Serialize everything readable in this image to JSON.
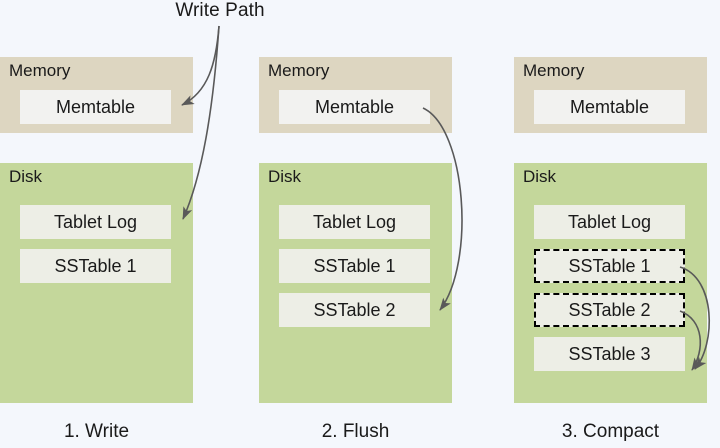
{
  "diagram": {
    "title": "Write Path",
    "background_color": "#f4f7fc",
    "memory_color": "#ddd6c1",
    "disk_color": "#c4d79b",
    "box_color": "#edeee6",
    "arrow_color": "#595959"
  },
  "columns": [
    {
      "step_label": "1. Write",
      "memory": {
        "label": "Memory",
        "boxes": [
          {
            "label": "Memtable",
            "style": "solid"
          }
        ]
      },
      "disk": {
        "label": "Disk",
        "boxes": [
          {
            "label": "Tablet Log",
            "style": "solid"
          },
          {
            "label": "SSTable 1",
            "style": "solid"
          }
        ]
      }
    },
    {
      "step_label": "2. Flush",
      "memory": {
        "label": "Memory",
        "boxes": [
          {
            "label": "Memtable",
            "style": "solid"
          }
        ]
      },
      "disk": {
        "label": "Disk",
        "boxes": [
          {
            "label": "Tablet Log",
            "style": "solid"
          },
          {
            "label": "SSTable 1",
            "style": "solid"
          },
          {
            "label": "SSTable 2",
            "style": "solid"
          }
        ]
      }
    },
    {
      "step_label": "3. Compact",
      "memory": {
        "label": "Memory",
        "boxes": [
          {
            "label": "Memtable",
            "style": "solid"
          }
        ]
      },
      "disk": {
        "label": "Disk",
        "boxes": [
          {
            "label": "Tablet Log",
            "style": "solid"
          },
          {
            "label": "SSTable 1",
            "style": "dashed"
          },
          {
            "label": "SSTable 2",
            "style": "dashed"
          },
          {
            "label": "SSTable 3",
            "style": "solid"
          }
        ]
      }
    }
  ]
}
